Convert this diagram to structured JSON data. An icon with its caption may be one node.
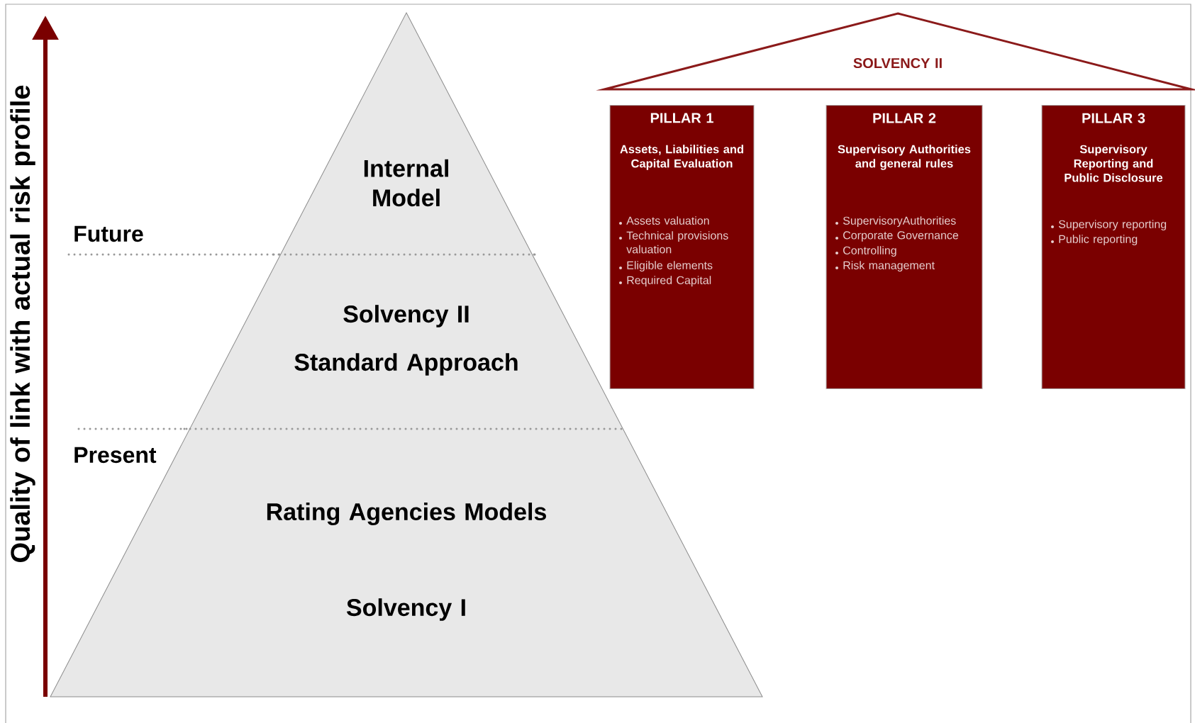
{
  "diagram": {
    "nodes": [
      {
        "text": [
          "Internal Model",
          "Solvency II",
          "Standard Approach",
          "Rating Agencies Models",
          "Solvency I"
        ]
      },
      {
        "text": [
          "SOLVENCY II"
        ]
      },
      {
        "text": [
          "PILLAR 1",
          "Assets, Liabilities and Capital Evaluation",
          "Assets valuation",
          "Technical provisions valuation",
          "Eligible elements",
          "Required Capital"
        ]
      },
      {
        "text": [
          "PILLAR 2",
          "Supervisory Authorities and general rules",
          "SupervisoryAuthorities",
          "Corporate Governance",
          "Controlling",
          "Risk management"
        ]
      },
      {
        "text": [
          "PILLAR 3",
          "Supervisory Reporting and Public Disclosure",
          "Supervisory reporting",
          "Public reporting"
        ]
      }
    ],
    "labels": [
      "Quality of link with actual risk profile",
      "Future",
      "Present"
    ]
  }
}
